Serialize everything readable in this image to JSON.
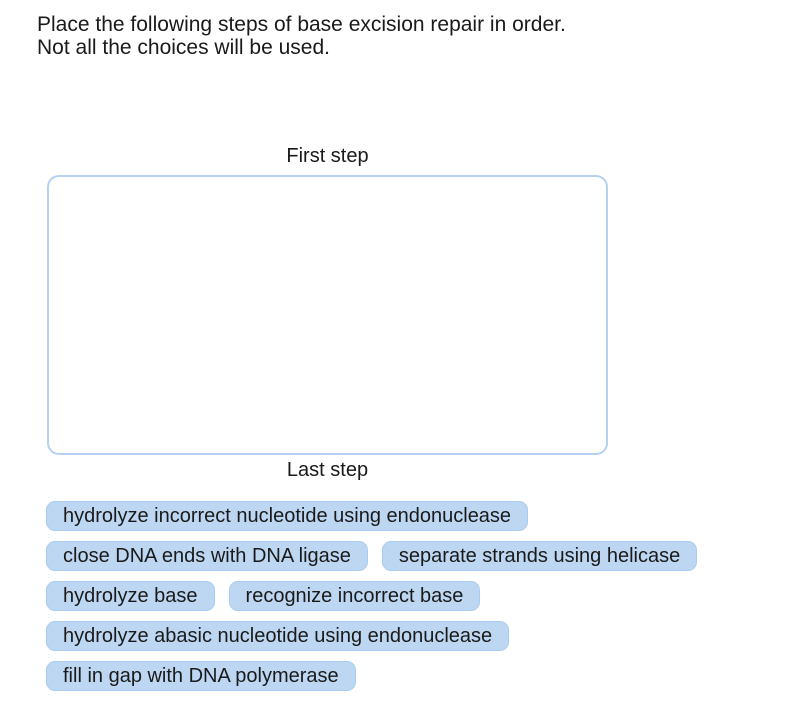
{
  "question": {
    "prompt_line1": "Place the following steps of base excision repair in order.",
    "prompt_line2": "Not all the choices will be used."
  },
  "dropzone": {
    "first_step_label": "First step",
    "last_step_label": "Last step"
  },
  "choices_rows": [
    [
      "hydrolyze incorrect nucleotide using endonuclease"
    ],
    [
      "close DNA ends with DNA ligase",
      "separate strands using helicase"
    ],
    [
      "hydrolyze base",
      "recognize incorrect base"
    ],
    [
      "hydrolyze abasic nucleotide using endonuclease"
    ],
    [
      "fill in gap with DNA polymerase"
    ]
  ],
  "colors": {
    "chip_bg": "#bdd7f2",
    "chip_border": "#a9cdf0",
    "dropzone_border": "#b5d1f2",
    "text": "#1a1a1a"
  }
}
